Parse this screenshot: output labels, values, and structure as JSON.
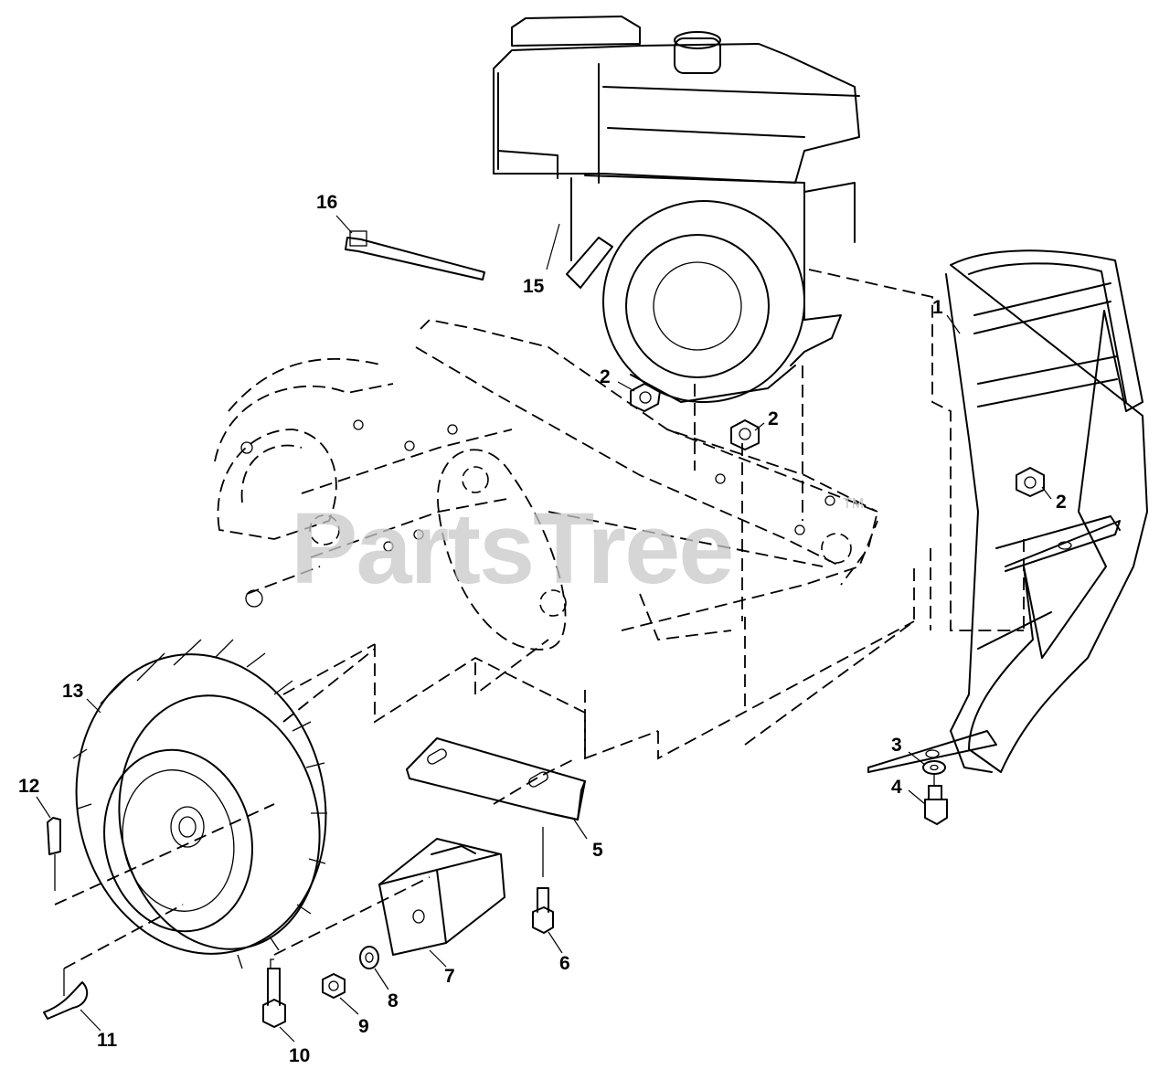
{
  "watermark": {
    "text": "PartsTree",
    "trademark": "TM"
  },
  "callouts": {
    "c1": "1",
    "c2a": "2",
    "c2b": "2",
    "c2c": "2",
    "c3": "3",
    "c4": "4",
    "c5": "5",
    "c6": "6",
    "c7": "7",
    "c8": "8",
    "c9": "9",
    "c10": "10",
    "c11": "11",
    "c12": "12",
    "c13": "13",
    "c15": "15",
    "c16": "16"
  }
}
